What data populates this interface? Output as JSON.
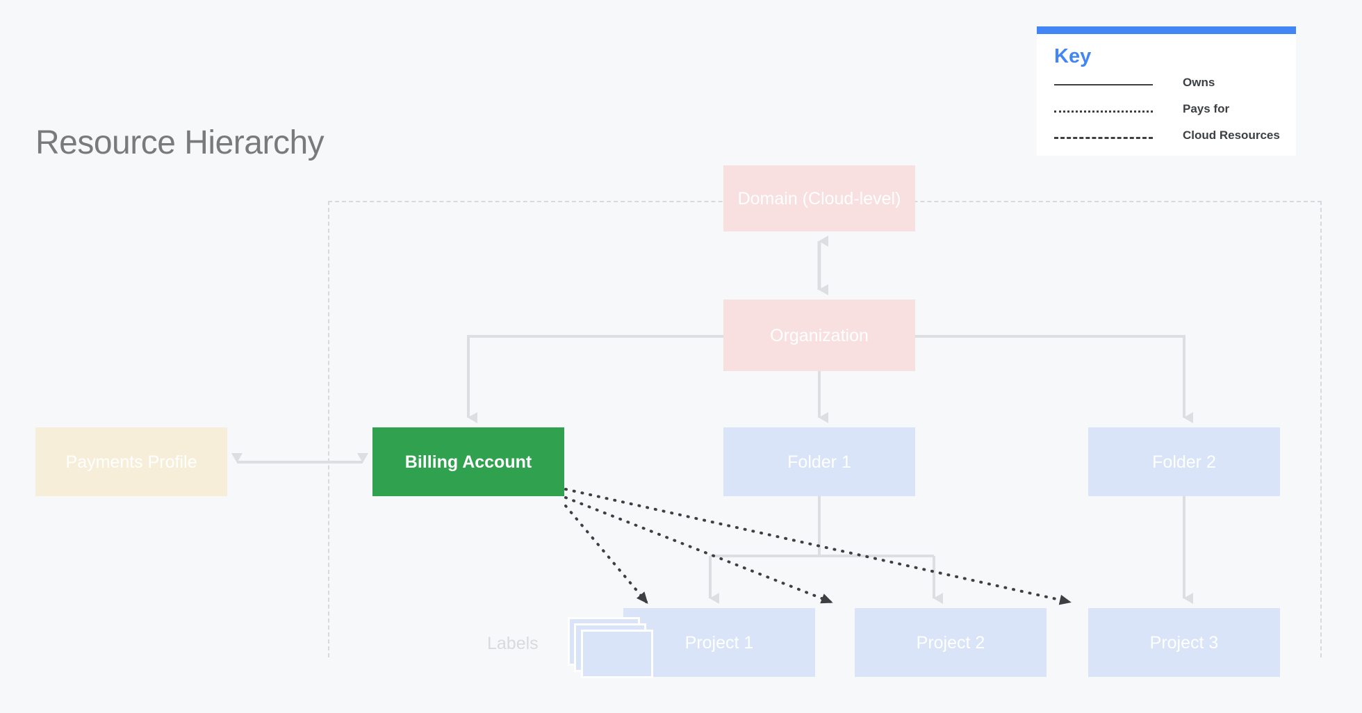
{
  "title": "Resource Hierarchy",
  "legend": {
    "title": "Key",
    "entries": [
      {
        "style": "solid",
        "label": "Owns"
      },
      {
        "style": "dotted",
        "label": "Pays for"
      },
      {
        "style": "dashed",
        "label": "Cloud Resources"
      }
    ],
    "accent_color": "#4285f4",
    "background": "#ffffff"
  },
  "colors": {
    "canvas": "#f7f8fa",
    "pink": "#f8dfe0",
    "blue": "#d9e4f8",
    "green": "#30a14e",
    "cream": "#f7eed9",
    "connector": "#d8dade",
    "dotted_connector": "#3c4043",
    "title_text": "#7a7a7a",
    "node_text": "#ffffff"
  },
  "nodes": {
    "domain": {
      "label": "Domain (Cloud-level)",
      "color": "pink"
    },
    "organization": {
      "label": "Organization",
      "color": "pink"
    },
    "billing": {
      "label": "Billing Account",
      "color": "green"
    },
    "folder1": {
      "label": "Folder 1",
      "color": "blue"
    },
    "folder2": {
      "label": "Folder 2",
      "color": "blue"
    },
    "project1": {
      "label": "Project 1",
      "color": "blue"
    },
    "project2": {
      "label": "Project 2",
      "color": "blue"
    },
    "project3": {
      "label": "Project 3",
      "color": "blue"
    },
    "payments": {
      "label": "Payments Profile",
      "color": "cream"
    },
    "labels": {
      "label": "Labels"
    }
  },
  "relationships": [
    {
      "from": "domain",
      "to": "organization",
      "type": "owns",
      "bidirectional": true
    },
    {
      "from": "organization",
      "to": "billing",
      "type": "owns"
    },
    {
      "from": "organization",
      "to": "folder1",
      "type": "owns"
    },
    {
      "from": "organization",
      "to": "folder2",
      "type": "owns"
    },
    {
      "from": "folder1",
      "to": "project1",
      "type": "owns"
    },
    {
      "from": "folder1",
      "to": "project2",
      "type": "owns"
    },
    {
      "from": "folder2",
      "to": "project3",
      "type": "owns"
    },
    {
      "from": "payments",
      "to": "billing",
      "type": "owns",
      "bidirectional": true
    },
    {
      "from": "billing",
      "to": "project1",
      "type": "pays-for"
    },
    {
      "from": "billing",
      "to": "project2",
      "type": "pays-for"
    },
    {
      "from": "billing",
      "to": "project3",
      "type": "pays-for"
    }
  ],
  "boundary": {
    "name": "Cloud Resources",
    "style": "dashed"
  }
}
